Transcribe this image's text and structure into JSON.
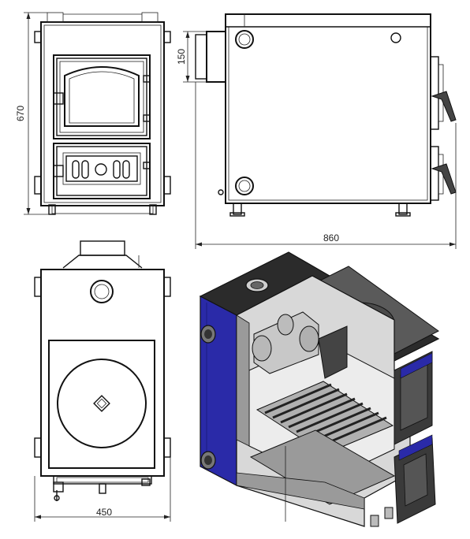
{
  "dimensions": {
    "front_height": "670",
    "flue_height": "150",
    "side_depth": "860",
    "top_width": "450"
  },
  "colors": {
    "lines": "#111111",
    "blue_panel": "#2a2aa8",
    "dark_panel": "#2b2b2b",
    "cut_face": "#9a9a9a",
    "interior": "#d8d8d8"
  }
}
